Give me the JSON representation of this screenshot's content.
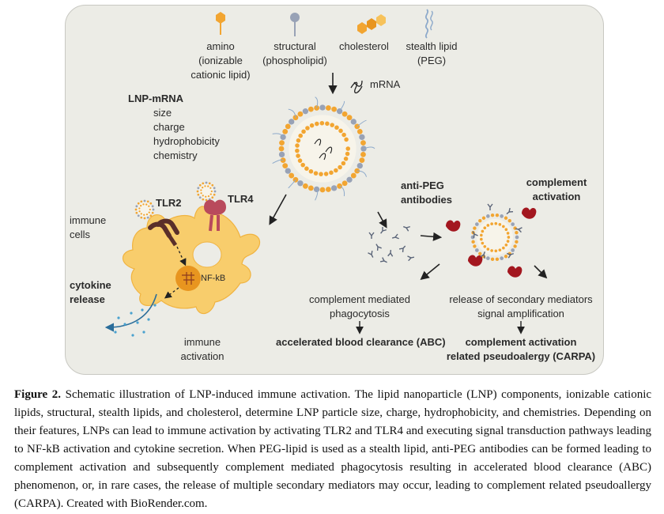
{
  "legend": {
    "amino": "amino",
    "amino_sub1": "(ionizable",
    "amino_sub2": "cationic lipid)",
    "structural": "structural",
    "structural_sub": "(phospholipid)",
    "cholesterol": "cholesterol",
    "stealth": "stealth lipid",
    "stealth_sub": "(PEG)"
  },
  "mrna_label": "mRNA",
  "lnp_properties": {
    "title": "LNP-mRNA",
    "items": [
      "size",
      "charge",
      "hydrophobicity",
      "chemistry"
    ]
  },
  "receptors": {
    "tlr2": "TLR2",
    "tlr4": "TLR4",
    "nfkb": "NF-kB"
  },
  "labels": {
    "immune_cells_1": "immune",
    "immune_cells_2": "cells",
    "cytokine_1": "cytokine",
    "cytokine_2": "release",
    "immune_activation_1": "immune",
    "immune_activation_2": "activation",
    "anti_peg_1": "anti-PEG",
    "anti_peg_2": "antibodies",
    "complement_1": "complement",
    "complement_2": "activation",
    "phago_1": "complement mediated",
    "phago_2": "phagocytosis",
    "abc": "accelerated blood clearance (ABC)",
    "secondary_1": "release of secondary mediators",
    "secondary_2": "signal amplification",
    "carpa_1": "complement activation",
    "carpa_2": "related pseudoalergy (CARPA)"
  },
  "caption": {
    "label": "Figure 2.",
    "text": "Schematic illustration of LNP-induced immune activation. The lipid nanoparticle (LNP) components, ionizable cationic lipids, structural, stealth lipids, and cholesterol, determine LNP particle size, charge, hydrophobicity, and chemistries. Depending on their features, LNPs can lead to immune activation by activating TLR2 and TLR4 and executing signal transduction pathways leading to NF-kB activation and cytokine secretion. When PEG-lipid is used as a stealth lipid, anti-PEG antibodies can be formed leading to complement activation and subsequently complement mediated phagocytosis resulting in accelerated blood clearance (ABC) phenomenon, or, in rare cases, the release of multiple secondary mediators may occur, leading to complement related pseudoallergy (CARPA). Created with BioRender.com."
  },
  "colors": {
    "panel_bg": "#ecece6",
    "lipid_orange": "#f2a531",
    "structural_grey": "#98a2b6",
    "cell_yellow": "#f8cd6c",
    "complement_red": "#a3171f",
    "tlr4_pink": "#b94a5c",
    "tlr2_brown": "#5a2f2a",
    "peg_blue": "#8eaacb",
    "cytokine_blue": "#4aa2cf"
  }
}
